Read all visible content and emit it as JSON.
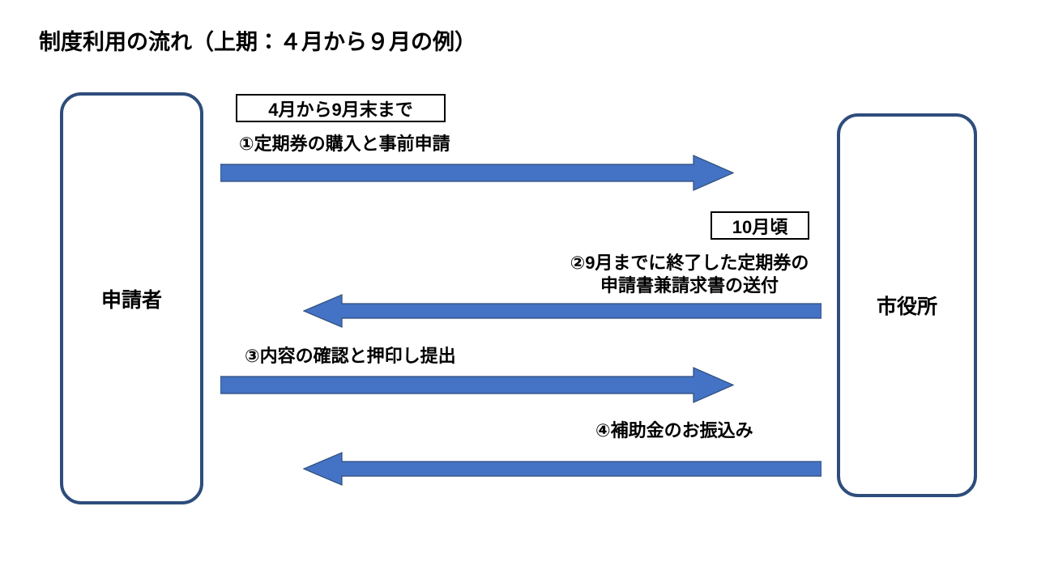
{
  "page": {
    "title": "制度利用の流れ（上期：４月から９月の例）",
    "background_color": "#FFFFFF"
  },
  "colors": {
    "arrow_fill": "#4472C4",
    "arrow_stroke": "#2E4D7B",
    "actor_border": "#2E4D7B",
    "chip_border": "#000000",
    "text": "#000000"
  },
  "actors": [
    {
      "id": "applicant",
      "label": "申請者",
      "side": "left"
    },
    {
      "id": "cityhall",
      "label": "市役所",
      "side": "right"
    }
  ],
  "period_chips": [
    {
      "id": "period-1",
      "label": "4月から9月末まで"
    },
    {
      "id": "period-2",
      "label": "10月頃"
    }
  ],
  "steps": [
    {
      "number": "①",
      "caption": "①定期券の購入と事前申請",
      "direction": "right",
      "from": "申請者",
      "to": "市役所"
    },
    {
      "number": "②",
      "caption": "②9月までに終了した定期券の\n申請書兼請求書の送付",
      "direction": "left",
      "from": "市役所",
      "to": "申請者"
    },
    {
      "number": "③",
      "caption": "③内容の確認と押印し提出",
      "direction": "right",
      "from": "申請者",
      "to": "市役所"
    },
    {
      "number": "④",
      "caption": "④補助金のお振込み",
      "direction": "left",
      "from": "市役所",
      "to": "申請者"
    }
  ]
}
